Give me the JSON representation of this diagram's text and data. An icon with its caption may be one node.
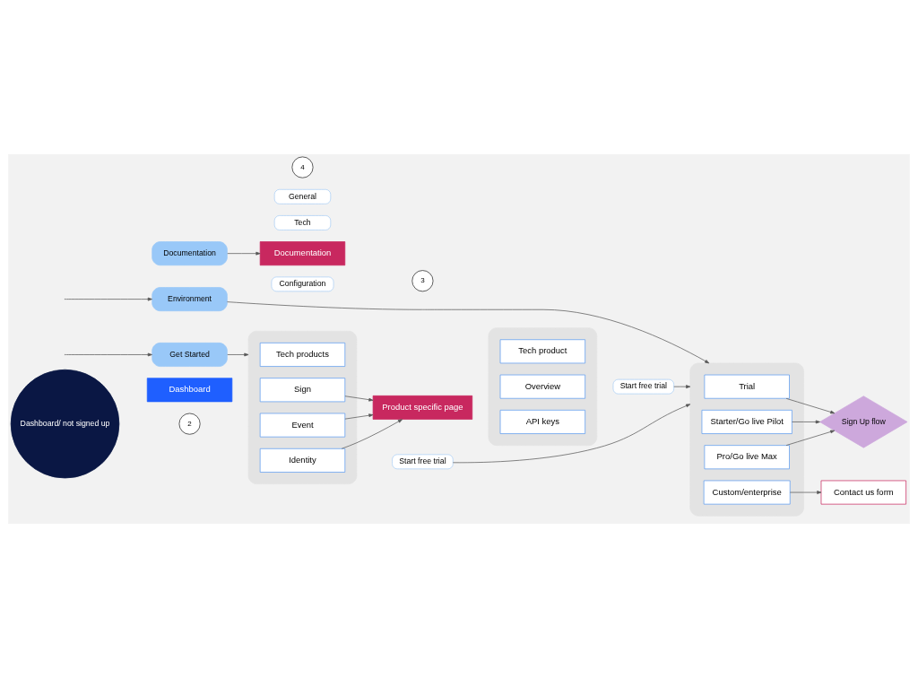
{
  "diagram": {
    "nodes": [
      {
        "text": [
          "Dashboard/ not signed up"
        ]
      },
      {
        "text": [
          "2"
        ]
      },
      {
        "text": [
          "Dashboard"
        ]
      },
      {
        "text": [
          "Get Started"
        ]
      },
      {
        "text": [
          "Environment"
        ]
      },
      {
        "text": [
          "Configuration"
        ]
      },
      {
        "text": [
          "Documentation"
        ]
      },
      {
        "text": [
          "Tech"
        ]
      },
      {
        "text": [
          "General"
        ]
      },
      {
        "text": [],
        "shape": "box"
      },
      {
        "text": [
          "Tech products"
        ],
        "in": 9
      },
      {
        "text": [
          "Sign"
        ],
        "in": 9
      },
      {
        "text": [
          "Identity"
        ],
        "in": 9
      },
      {
        "text": [
          "Event"
        ],
        "in": 9
      },
      {
        "text": [
          "Start free trial"
        ]
      },
      {
        "text": [
          "3"
        ]
      },
      {
        "text": [
          "Product specific page"
        ]
      },
      {
        "text": [],
        "shape": "box"
      },
      {
        "text": [
          "Tech product"
        ],
        "in": 17
      },
      {
        "text": [
          "Overview"
        ],
        "in": 17
      },
      {
        "text": [
          "API keys"
        ],
        "in": 17
      },
      {
        "text": [
          "Start free trial"
        ]
      },
      {
        "text": [],
        "shape": "box"
      },
      {
        "text": [
          "Trial"
        ],
        "in": 22
      },
      {
        "text": [
          "Starter/Go live Pilot"
        ],
        "in": 22
      },
      {
        "text": [
          "Pro/Go live Max"
        ],
        "in": 22
      },
      {
        "text": [
          "Custom/enterprise"
        ],
        "in": 22
      },
      {
        "text": [
          "Sign Up flow"
        ]
      },
      {
        "text": [
          "Contact us form"
        ]
      },
      {
        "text": [
          "4"
        ]
      },
      {
        "text": [
          "Documentation"
        ]
      }
    ],
    "edges": [
      {
        "from": null,
        "to": 3,
        "arrow": "to"
      },
      {
        "from": null,
        "to": 4,
        "arrow": "to"
      },
      {
        "from": 3,
        "to": 9,
        "arrow": "to"
      },
      {
        "from": 4,
        "to": 22,
        "arrow": "to"
      },
      {
        "from": 6,
        "to": 30,
        "arrow": "to"
      },
      {
        "from": 11,
        "to": 16,
        "arrow": "to"
      },
      {
        "from": 12,
        "to": 16,
        "arrow": "to"
      },
      {
        "from": 13,
        "to": 16,
        "arrow": "to"
      },
      {
        "from": 14,
        "to": 22,
        "arrow": "to"
      },
      {
        "from": 21,
        "to": 22,
        "arrow": "to"
      },
      {
        "from": 23,
        "to": 27,
        "arrow": "to"
      },
      {
        "from": 24,
        "to": 27,
        "arrow": "to"
      },
      {
        "from": 25,
        "to": 27,
        "arrow": "to"
      },
      {
        "from": 26,
        "to": 28,
        "arrow": "to"
      }
    ]
  }
}
